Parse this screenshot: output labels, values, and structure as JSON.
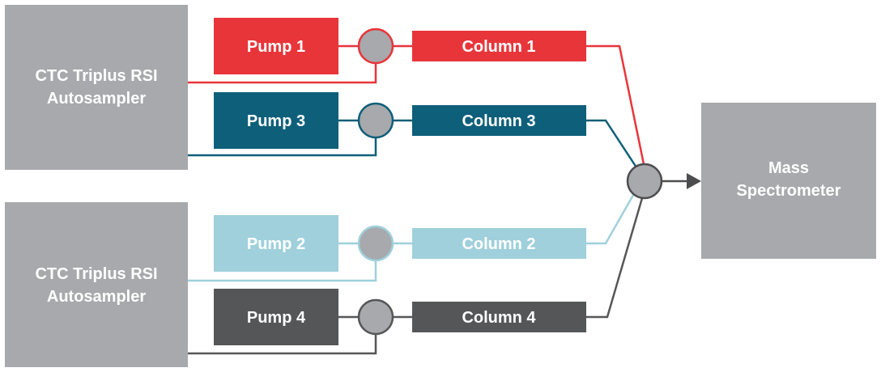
{
  "autosampler_top": {
    "line1": "CTC Triplus RSI",
    "line2": "Autosampler"
  },
  "autosampler_bottom": {
    "line1": "CTC Triplus RSI",
    "line2": "Autosampler"
  },
  "pumps": {
    "pump1": "Pump 1",
    "pump2": "Pump 2",
    "pump3": "Pump 3",
    "pump4": "Pump 4"
  },
  "columns": {
    "column1": "Column 1",
    "column2": "Column 2",
    "column3": "Column 3",
    "column4": "Column 4"
  },
  "mass_spectrometer": {
    "line1": "Mass",
    "line2": "Spectrometer"
  },
  "colors": {
    "red": "#e8353a",
    "teal": "#0e5f7a",
    "light_blue": "#9fd0dc",
    "dark_gray": "#555658",
    "gray_box": "#a7a9ac",
    "valve_fill": "#a7a9ac",
    "arrow": "#4d4d4f",
    "text_white": "#ffffff"
  }
}
